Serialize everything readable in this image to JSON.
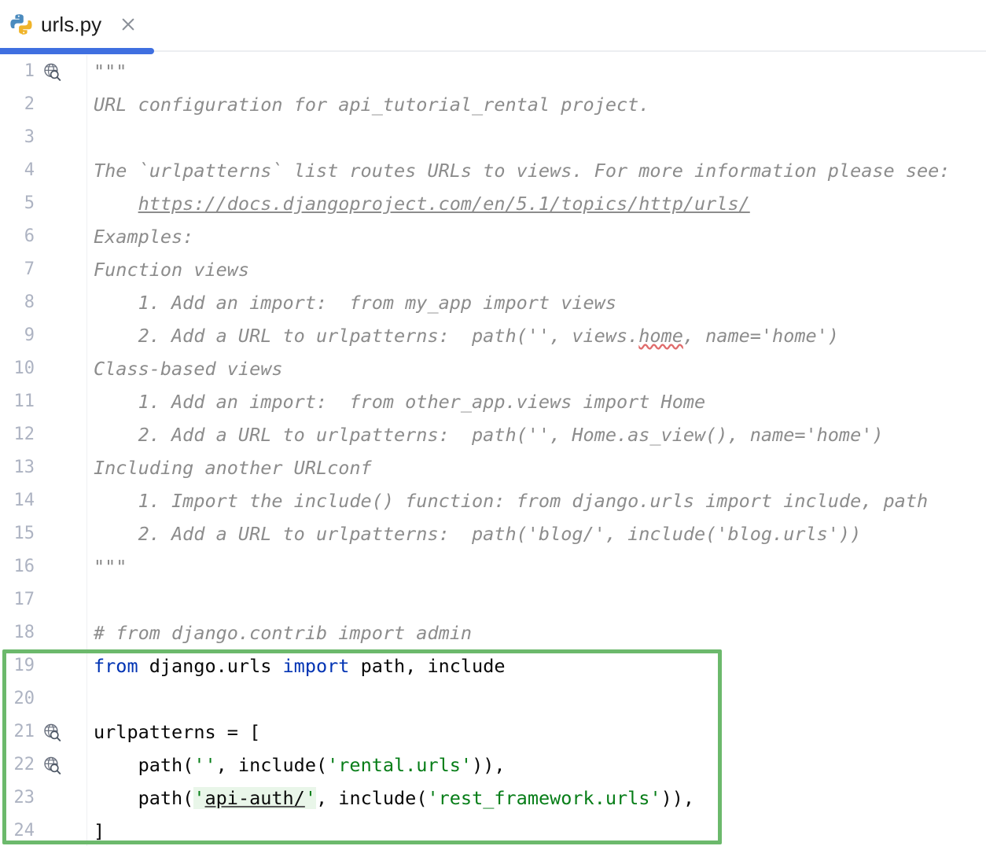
{
  "window": {
    "app": "pycharm-editor",
    "theme": "light"
  },
  "tab": {
    "icon": "python-file-icon",
    "title": "urls.py",
    "close_label": "×"
  },
  "progress": {
    "percent": 16,
    "color": "#3f6fe0"
  },
  "colors": {
    "keyword": "#0033b3",
    "string": "#067d17",
    "comment": "#8c8c8c",
    "highlight_box": "#6cb96c",
    "url_highlight_bg": "#e9f6e9",
    "line_number": "#adb3c2",
    "typo_squiggle": "#e06c6c"
  },
  "editor": {
    "file_name": "urls.py",
    "language": "Python",
    "gutter_icon": "django-url-globe-icon",
    "gutter_icon_lines": [
      1,
      21,
      22
    ],
    "highlight_box": {
      "name": "green-selection-box",
      "from_line": 19,
      "to_line": 24
    },
    "lines": [
      {
        "num": "1",
        "text": "\"\"\""
      },
      {
        "num": "2",
        "text": "URL configuration for api_tutorial_rental project."
      },
      {
        "num": "3",
        "text": ""
      },
      {
        "num": "4",
        "text": "The `urlpatterns` list routes URLs to views. For more information please see:"
      },
      {
        "num": "5",
        "text": "    https://docs.djangoproject.com/en/5.1/topics/http/urls/"
      },
      {
        "num": "6",
        "text": "Examples:"
      },
      {
        "num": "7",
        "text": "Function views"
      },
      {
        "num": "8",
        "text": "    1. Add an import:  from my_app import views"
      },
      {
        "num": "9",
        "text": "    2. Add a URL to urlpatterns:  path('', views.home, name='home')"
      },
      {
        "num": "10",
        "text": "Class-based views"
      },
      {
        "num": "11",
        "text": "    1. Add an import:  from other_app.views import Home"
      },
      {
        "num": "12",
        "text": "    2. Add a URL to urlpatterns:  path('', Home.as_view(), name='home')"
      },
      {
        "num": "13",
        "text": "Including another URLconf"
      },
      {
        "num": "14",
        "text": "    1. Import the include() function: from django.urls import include, path"
      },
      {
        "num": "15",
        "text": "    2. Add a URL to urlpatterns:  path('blog/', include('blog.urls'))"
      },
      {
        "num": "16",
        "text": "\"\"\""
      },
      {
        "num": "17",
        "text": ""
      },
      {
        "num": "18",
        "text": "# from django.contrib import admin"
      },
      {
        "num": "19",
        "text": "from django.urls import path, include"
      },
      {
        "num": "20",
        "text": ""
      },
      {
        "num": "21",
        "text": "urlpatterns = ["
      },
      {
        "num": "22",
        "text": "    path('', include('rental.urls')),"
      },
      {
        "num": "23",
        "text": "    path('api-auth/', include('rest_framework.urls')),"
      },
      {
        "num": "24",
        "text": "]"
      }
    ],
    "tokens": {
      "l1_docstring_open": "\"\"\"",
      "l2": "URL configuration for api_tutorial_rental project.",
      "l4": "The `urlpatterns` list routes URLs to views. For more information please see:",
      "l5_indent": "    ",
      "l5_url": "https://docs.djangoproject.com/en/5.1/topics/http/urls/",
      "l6": "Examples:",
      "l7": "Function views",
      "l8": "    1. Add an import:  from my_app import views",
      "l9_before": "    2. Add a URL to urlpatterns:  path('', views.",
      "l9_typo": "home",
      "l9_after": ", name='home')",
      "l10": "Class-based views",
      "l11": "    1. Add an import:  from other_app.views import Home",
      "l12": "    2. Add a URL to urlpatterns:  path('', Home.as_view(), name='home')",
      "l13": "Including another URLconf",
      "l14": "    1. Import the include() function: from django.urls import include, path",
      "l15": "    2. Add a URL to urlpatterns:  path('blog/', include('blog.urls'))",
      "l16_docstring_close": "\"\"\"",
      "l18_comment": "# from django.contrib import admin",
      "l19_kw_from": "from",
      "l19_mod": " django.urls ",
      "l19_kw_import": "import",
      "l19_names": " path, include",
      "l21": "urlpatterns = [",
      "l22_pre": "    path(",
      "l22_empty_str": "''",
      "l22_mid": ", include(",
      "l22_str": "'rental.urls'",
      "l22_post": ")),",
      "l23_pre": "    path(",
      "l23_q_open": "'",
      "l23_url": "api-auth/",
      "l23_q_close": "'",
      "l23_mid": ", include(",
      "l23_str": "'rest_framework.urls'",
      "l23_post": ")),",
      "l24": "]"
    }
  }
}
